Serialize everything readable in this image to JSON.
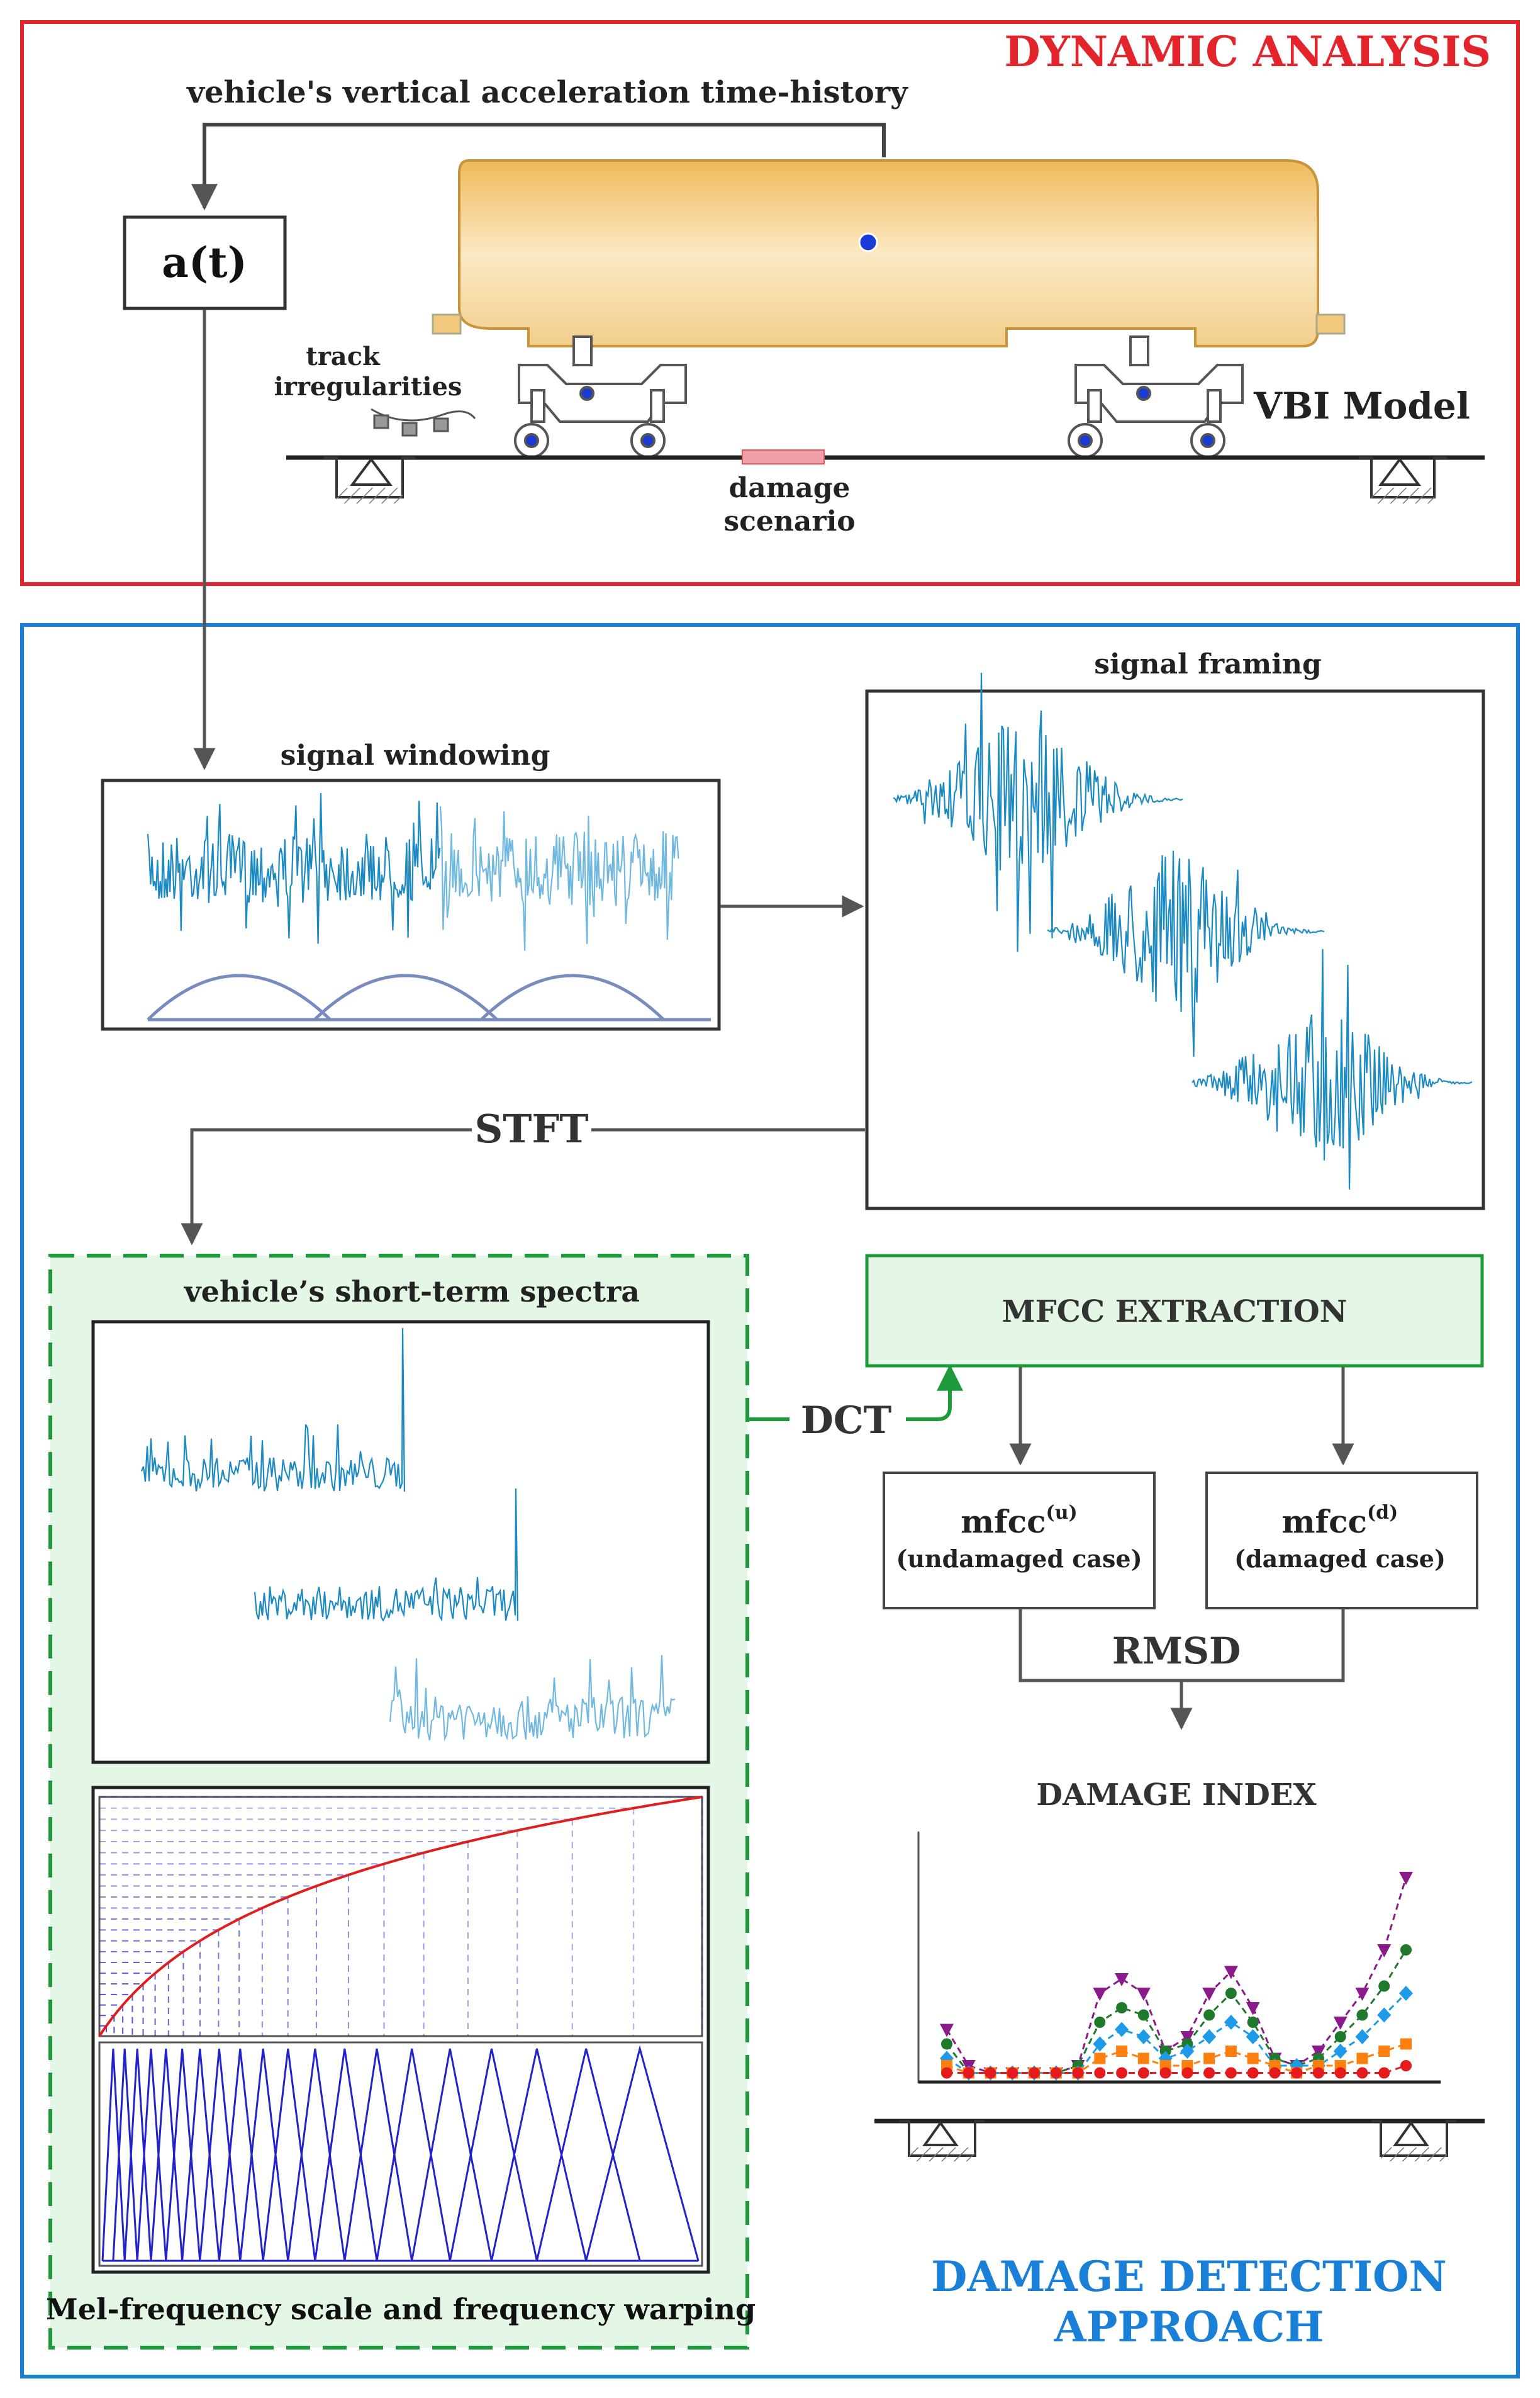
{
  "top": {
    "title": "DYNAMIC ANALYSIS",
    "acc_label": "vehicle's vertical acceleration time-history",
    "at_label": "a(t)",
    "track_label_1": "track",
    "track_label_2": "irregularities",
    "vbi_label": "VBI Model",
    "damage_label_1": "damage",
    "damage_label_2": "scenario"
  },
  "bottom": {
    "title_1": "DAMAGE DETECTION",
    "title_2": "APPROACH",
    "windowing_label": "signal windowing",
    "framing_label": "signal framing",
    "stft_label": "STFT",
    "spectra_label": "vehicle’s short-term spectra",
    "mel_label": "Mel-frequency scale and frequency warping",
    "dct_label": "DCT",
    "mfcc_extraction_label": "MFCC EXTRACTION",
    "mfcc_base": "mfcc",
    "mfcc_u_sup": "(u)",
    "mfcc_u_case": "(undamaged case)",
    "mfcc_d_sup": "(d)",
    "mfcc_d_case": "(damaged case)",
    "rmsd_label": "RMSD",
    "damage_index_label": "DAMAGE INDEX"
  },
  "colors": {
    "red_frame": "#e3242b",
    "blue_frame": "#1a7fd6",
    "green_frame": "#1d9a3a",
    "green_fill": "#e4f6e6",
    "signal_blue": "#1b8ac3",
    "signal_light": "#6fb8e0",
    "mel_blue": "#2222cc",
    "mel_curve": "#e01e1e",
    "car_body": "#f2c97c"
  },
  "chart_data": {
    "type": "line",
    "x": [
      1,
      2,
      3,
      4,
      5,
      6,
      7,
      8,
      9,
      10,
      11,
      12,
      13,
      14,
      15,
      16,
      17,
      18,
      19,
      20,
      21,
      22
    ],
    "series": [
      {
        "values": [
          0.07,
          0.02,
          0.01,
          0.01,
          0.01,
          0.01,
          0.02,
          0.12,
          0.14,
          0.12,
          0.04,
          0.06,
          0.12,
          0.15,
          0.1,
          0.03,
          0.02,
          0.04,
          0.08,
          0.12,
          0.18,
          0.28
        ],
        "color": "#8b1a8b",
        "marker": "triangle-down"
      },
      {
        "values": [
          0.05,
          0.01,
          0.01,
          0.01,
          0.01,
          0.01,
          0.02,
          0.08,
          0.1,
          0.09,
          0.04,
          0.05,
          0.09,
          0.12,
          0.08,
          0.03,
          0.02,
          0.03,
          0.06,
          0.09,
          0.13,
          0.18
        ],
        "color": "#1f7a2b",
        "marker": "circle"
      },
      {
        "values": [
          0.03,
          0.01,
          0.01,
          0.01,
          0.01,
          0.01,
          0.01,
          0.05,
          0.07,
          0.06,
          0.03,
          0.04,
          0.06,
          0.08,
          0.06,
          0.02,
          0.02,
          0.02,
          0.04,
          0.06,
          0.09,
          0.12
        ],
        "color": "#1e9be8",
        "marker": "diamond"
      },
      {
        "values": [
          0.02,
          0.01,
          0.01,
          0.01,
          0.01,
          0.01,
          0.01,
          0.03,
          0.04,
          0.03,
          0.02,
          0.02,
          0.03,
          0.04,
          0.03,
          0.02,
          0.01,
          0.02,
          0.02,
          0.03,
          0.04,
          0.05
        ],
        "color": "#ff7f0e",
        "marker": "square"
      },
      {
        "values": [
          0.01,
          0.01,
          0.01,
          0.01,
          0.01,
          0.01,
          0.01,
          0.01,
          0.01,
          0.01,
          0.01,
          0.01,
          0.01,
          0.01,
          0.01,
          0.01,
          0.01,
          0.01,
          0.01,
          0.01,
          0.01,
          0.02
        ],
        "color": "#e41a1c",
        "marker": "circle"
      }
    ],
    "ylim": [
      0,
      0.3
    ],
    "grid": false
  }
}
